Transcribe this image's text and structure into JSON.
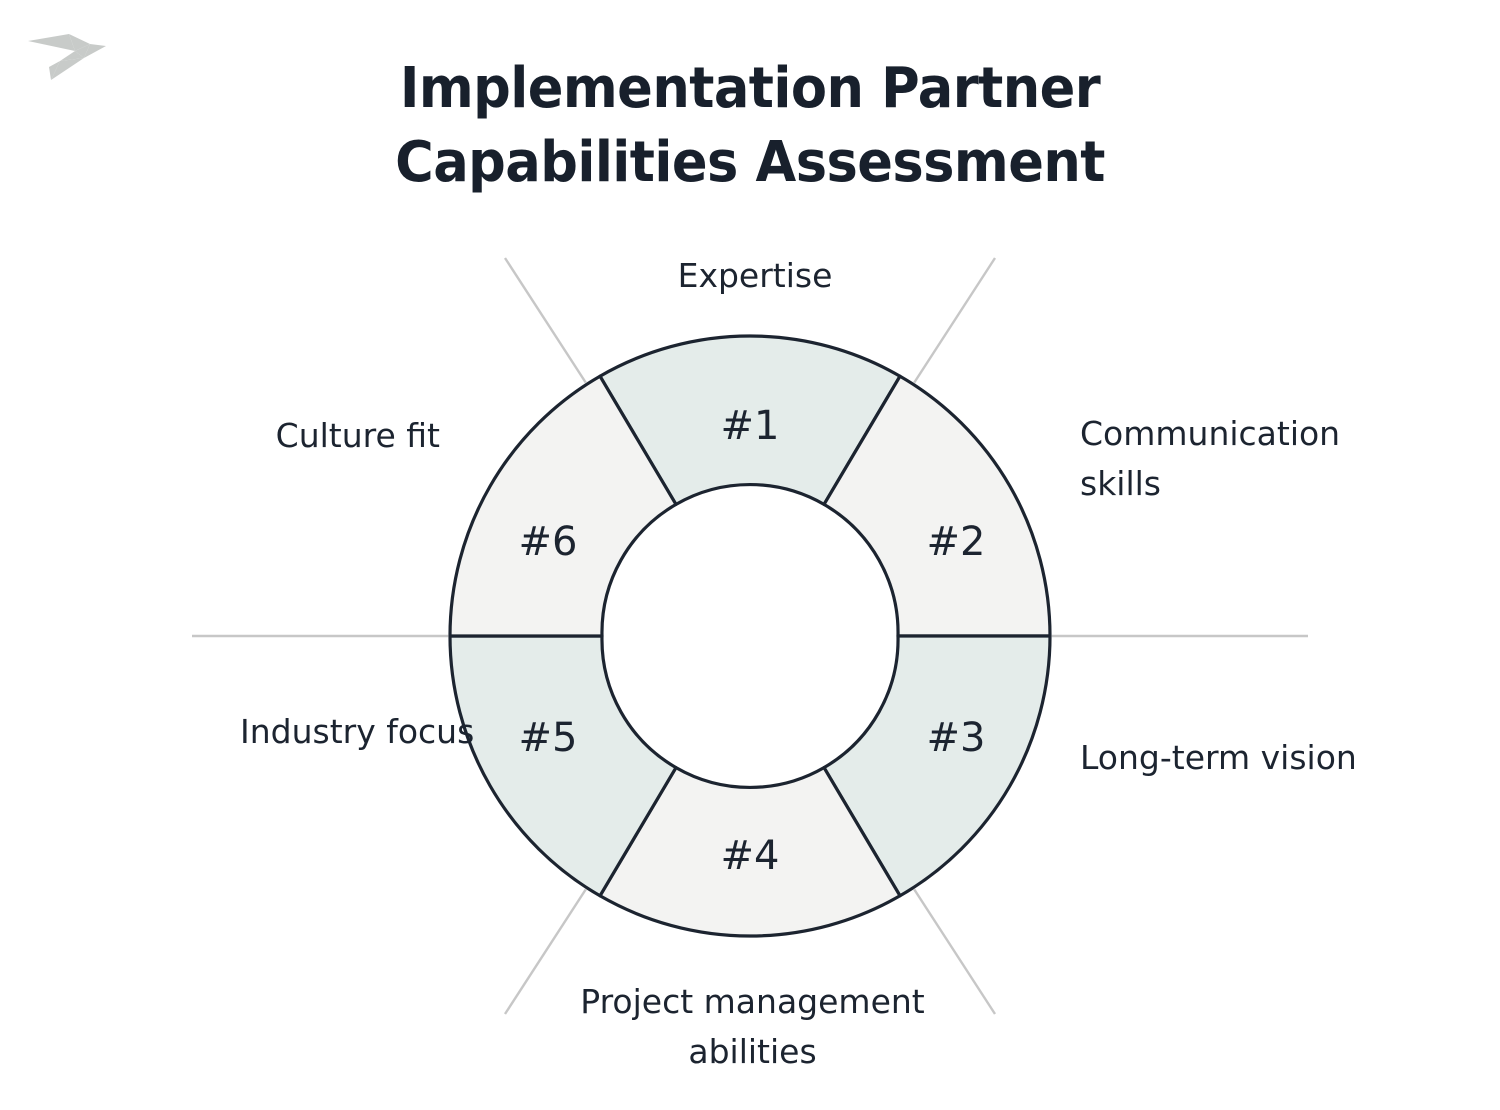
{
  "page": {
    "background_color": "#ffffff",
    "text_color": "#1c2430"
  },
  "logo": {
    "name": "origami-bird-logo",
    "color": "#c8cbc9"
  },
  "header": {
    "title": "Implementation Partner Capabilities Assessment",
    "title_color": "#18202c"
  },
  "chart_data": {
    "type": "pie",
    "variant": "donut",
    "title": "Implementation Partner Capabilities Assessment",
    "segment_count": 6,
    "equal_segments": true,
    "segment_angle_degrees": 60,
    "start_angle_degrees": -30,
    "center": [
      750,
      636
    ],
    "outer_radius": 300,
    "inner_radius": 148,
    "stroke_color": "#1c2430",
    "leader_line_color": "#c7c7c7",
    "categories": [
      "Expertise",
      "Communication skills",
      "Long-term vision",
      "Project management abilities",
      "Industry focus",
      "Culture fit"
    ],
    "values": [
      1,
      1,
      1,
      1,
      1,
      1
    ],
    "segments": [
      {
        "rank": "#1",
        "label": "Expertise",
        "fill": "#e4ecea",
        "label_position": "top"
      },
      {
        "rank": "#2",
        "label": "Communication skills",
        "fill": "#f3f3f2",
        "label_position": "right-upper"
      },
      {
        "rank": "#3",
        "label": "Long-term vision",
        "fill": "#e4ecea",
        "label_position": "right-lower"
      },
      {
        "rank": "#4",
        "label": "Project management abilities",
        "fill": "#f3f3f2",
        "label_position": "bottom"
      },
      {
        "rank": "#5",
        "label": "Industry focus",
        "fill": "#e4ecea",
        "label_position": "left-lower"
      },
      {
        "rank": "#6",
        "label": "Culture fit",
        "fill": "#f3f3f2",
        "label_position": "left-upper"
      }
    ],
    "legend": "none",
    "grid": false
  }
}
